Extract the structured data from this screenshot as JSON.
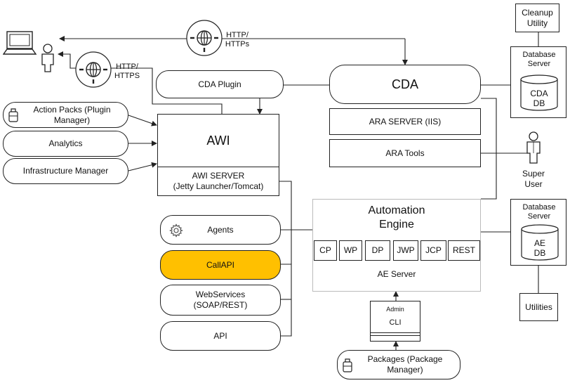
{
  "nodes": {
    "cda_plugin": "CDA Plugin",
    "cda": "CDA",
    "ara_server": "ARA SERVER (IIS)",
    "ara_tools": "ARA Tools",
    "action_packs": "Action Packs (Plugin Manager)",
    "analytics": "Analytics",
    "infrastructure_manager": "Infrastructure Manager",
    "awi": "AWI",
    "awi_server_line1": "AWI SERVER",
    "awi_server_line2": "(Jetty Launcher/Tomcat)",
    "agents": "Agents",
    "callapi": "CallAPI",
    "webservices_line1": "WebServices",
    "webservices_line2": "(SOAP/REST)",
    "api": "API",
    "automation_engine_line1": "Automation",
    "automation_engine_line2": "Engine",
    "ae_server": "AE Server",
    "processes": [
      "CP",
      "WP",
      "DP",
      "JWP",
      "JCP",
      "REST"
    ],
    "admin_cli_title": "Admin",
    "admin_cli_label": "CLI",
    "packages": "Packages (Package Manager)",
    "cleanup_line1": "Cleanup",
    "cleanup_line2": "Utility",
    "db_server_cda_line1": "Database",
    "db_server_cda_line2": "Server",
    "cda_db_line1": "CDA",
    "cda_db_line2": "DB",
    "db_server_ae_line1": "Database",
    "db_server_ae_line2": "Server",
    "ae_db_line1": "AE",
    "ae_db_line2": "DB",
    "utilities": "Utilities",
    "super_user_line1": "Super",
    "super_user_line2": "User",
    "http_top_line1": "HTTP/",
    "http_top_line2": "HTTPs",
    "http_left_line1": "HTTP/",
    "http_left_line2": "HTTPS"
  },
  "colors": {
    "callapi_fill": "#FFC000",
    "stroke": "#222222"
  },
  "icons": [
    "laptop-icon",
    "user-icon",
    "globe-icon",
    "gear-icon",
    "package-icon",
    "database-icon",
    "super-user-icon"
  ]
}
